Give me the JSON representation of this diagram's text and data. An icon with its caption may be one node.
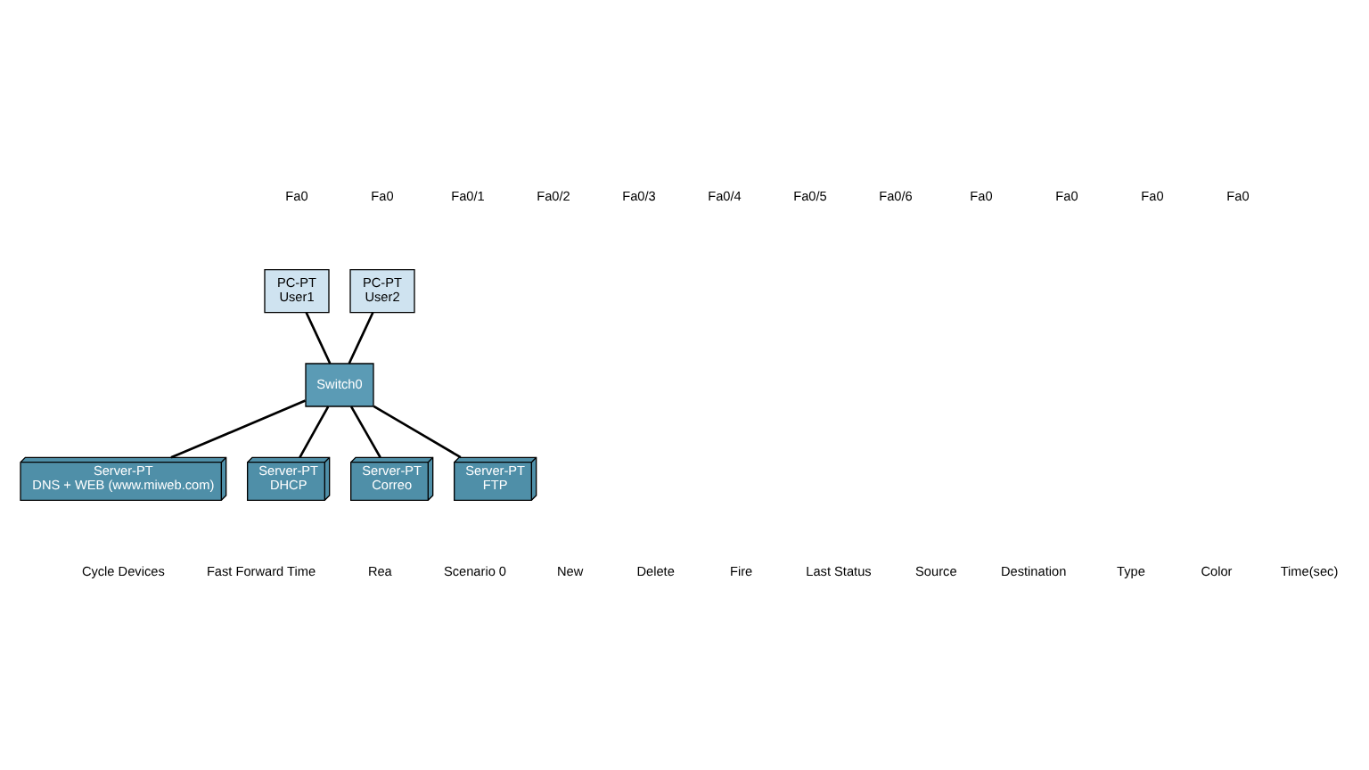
{
  "diagram": {
    "nodes": [
      {
        "text": [
          "PC-PT",
          "User1"
        ]
      },
      {
        "text": [
          "PC-PT",
          "User2"
        ]
      },
      {
        "text": [
          "Switch0"
        ]
      },
      {
        "text": [
          "Server-PT",
          "DNS + WEB (www.miweb.com)"
        ]
      },
      {
        "text": [
          "Server-PT",
          "DHCP"
        ]
      },
      {
        "text": [
          "Server-PT",
          "Correo"
        ]
      },
      {
        "text": [
          "Server-PT",
          "FTP"
        ]
      }
    ],
    "edges": [
      {
        "from": 0,
        "to": 2,
        "arrow": "none"
      },
      {
        "from": 1,
        "to": 2,
        "arrow": "none"
      },
      {
        "from": 2,
        "to": 3,
        "arrow": "none"
      },
      {
        "from": 2,
        "to": 4,
        "arrow": "none"
      },
      {
        "from": 2,
        "to": 5,
        "arrow": "none"
      },
      {
        "from": 2,
        "to": 6,
        "arrow": "none"
      }
    ],
    "labels": [
      "Fa0",
      "Fa0",
      "Fa0/1",
      "Fa0/2",
      "Fa0/3",
      "Fa0/4",
      "Fa0/5",
      "Fa0/6",
      "Fa0",
      "Fa0",
      "Fa0",
      "Fa0",
      "Cycle Devices",
      "Fast Forward Time",
      "Rea",
      "Scenario 0",
      "New",
      "Delete",
      "Fire",
      "Last Status",
      "Source",
      "Destination",
      "Type",
      "Color",
      "Time(sec)"
    ]
  }
}
